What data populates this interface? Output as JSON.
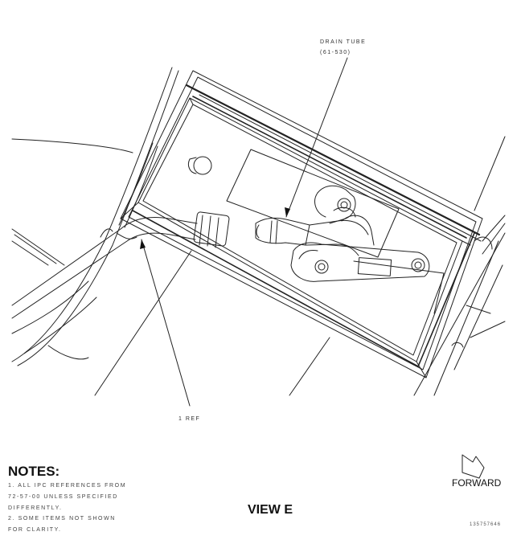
{
  "callouts": {
    "drain_tube_name": "DRAIN TUBE",
    "drain_tube_ref": "(61-530)",
    "ref_label": "1 REF"
  },
  "notes": {
    "heading": "NOTES:",
    "lines": [
      "1. ALL IPC REFERENCES FROM",
      "    72-57-00 UNLESS SPECIFIED",
      "    DIFFERENTLY.",
      "2. SOME ITEMS NOT SHOWN",
      "    FOR CLARITY."
    ]
  },
  "view_label": "VIEW E",
  "forward_label": "FORWARD",
  "figure_id": "135757646"
}
